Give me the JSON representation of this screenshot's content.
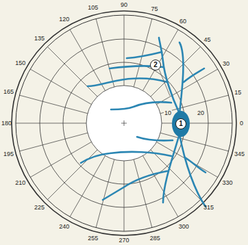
{
  "diagram": {
    "nodes": [
      {
        "text": [
          "1"
        ]
      },
      {
        "text": [
          "2"
        ]
      }
    ],
    "labels": [
      "0",
      "15",
      "30",
      "45",
      "60",
      "75",
      "90",
      "105",
      "120",
      "135",
      "150",
      "165",
      "180",
      "195",
      "210",
      "225",
      "240",
      "255",
      "270",
      "285",
      "300",
      "315",
      "330",
      "345",
      "10",
      "20"
    ]
  }
}
